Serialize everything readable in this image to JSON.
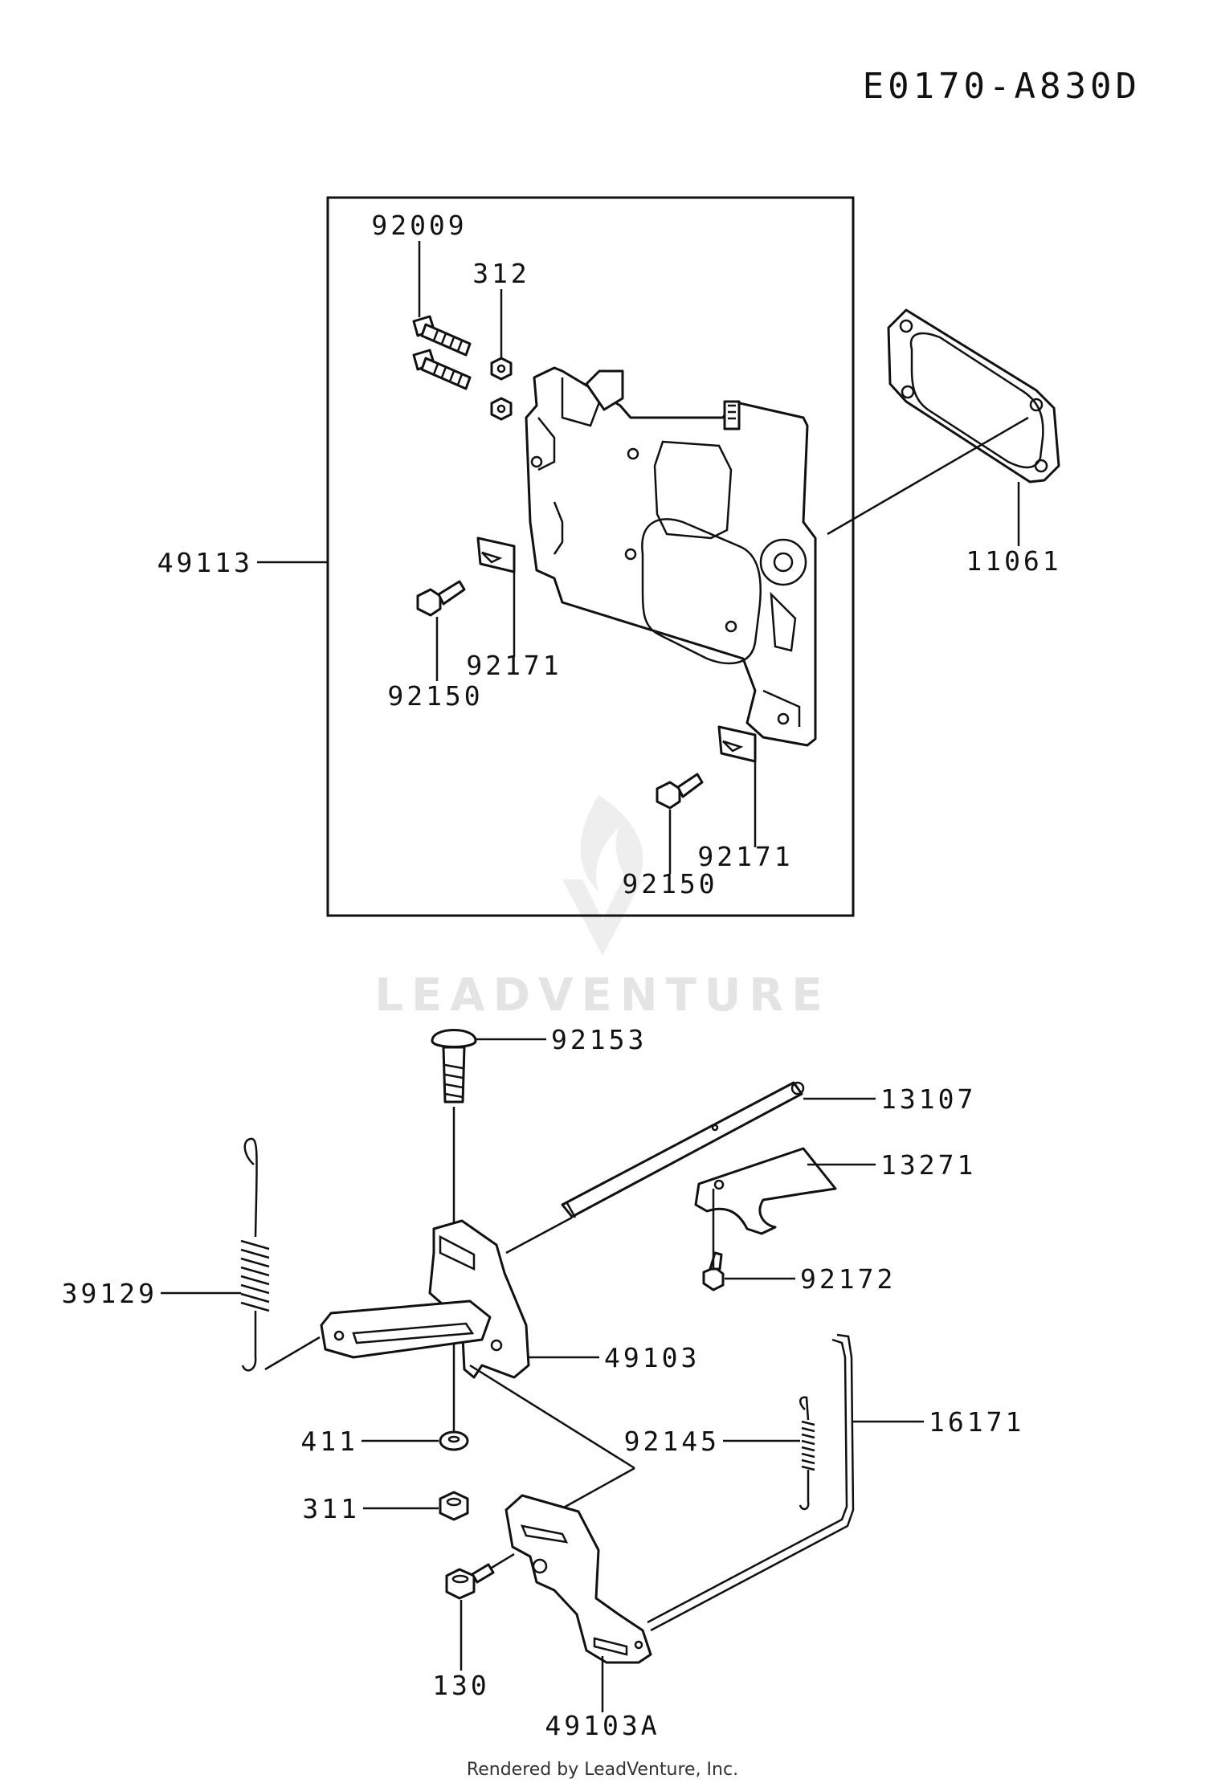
{
  "diagram_code": "E0170-A830D",
  "footer": "Rendered by LeadVenture, Inc.",
  "watermark": "LEADVENTURE",
  "callouts": {
    "c92009": "92009",
    "c312": "312",
    "c49113": "49113",
    "c11061": "11061",
    "c92171a": "92171",
    "c92150a": "92150",
    "c92171b": "92171",
    "c92150b": "92150",
    "c92153": "92153",
    "c13107": "13107",
    "c13271": "13271",
    "c92172": "92172",
    "c39129": "39129",
    "c49103": "49103",
    "c16171": "16171",
    "c411": "411",
    "c92145": "92145",
    "c311": "311",
    "c130": "130",
    "c49103A": "49103A"
  }
}
